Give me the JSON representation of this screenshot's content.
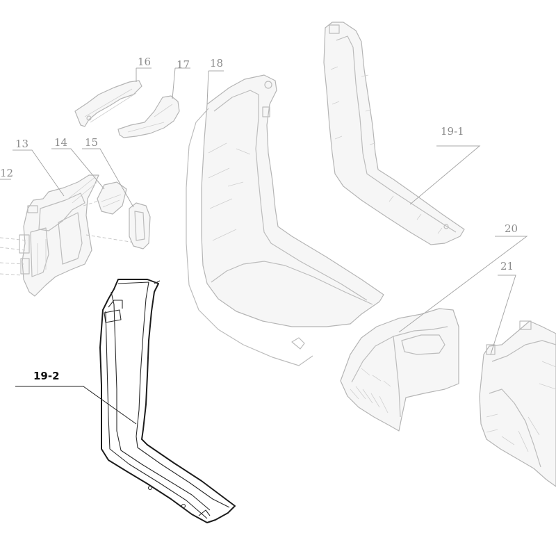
{
  "diagram": {
    "labels": {
      "l12": "12",
      "l13": "13",
      "l14": "14",
      "l15": "15",
      "l16": "16",
      "l17": "17",
      "l18": "18",
      "l19_1": "19-1",
      "l19_2": "19-2",
      "l20": "20",
      "l21": "21"
    },
    "highlighted_part": "19-2",
    "colors": {
      "highlight_outline": "#1c1c1c",
      "ghost_outline": "#bcbcbc",
      "label_gray": "#8c8c8c"
    }
  }
}
